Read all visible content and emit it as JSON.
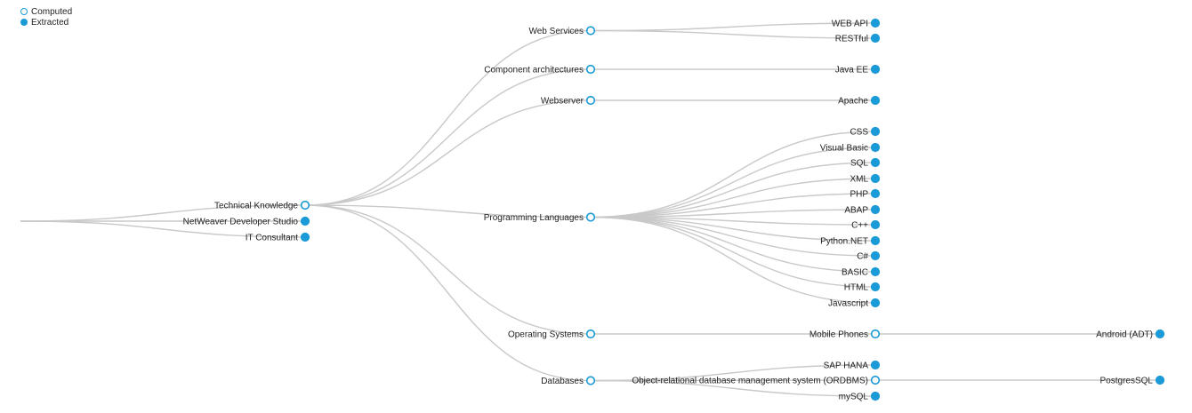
{
  "legend": {
    "computed": {
      "label": "Computed",
      "color": "#1a9ad6"
    },
    "extracted": {
      "label": "Extracted",
      "color": "#1a9ad6"
    }
  },
  "colors": {
    "node": "#1a9ad6",
    "link": "#c9c9c9",
    "text": "#222222"
  },
  "tree": {
    "label": "",
    "type": "root",
    "children": [
      {
        "label": "Technical Knowledge",
        "type": "computed",
        "children": [
          {
            "label": "Web Services",
            "type": "computed",
            "children": [
              {
                "label": "WEB API",
                "type": "extracted"
              },
              {
                "label": "RESTful",
                "type": "extracted"
              }
            ]
          },
          {
            "label": "Component architectures",
            "type": "computed",
            "children": [
              {
                "label": "Java EE",
                "type": "extracted"
              }
            ]
          },
          {
            "label": "Webserver",
            "type": "computed",
            "children": [
              {
                "label": "Apache",
                "type": "extracted"
              }
            ]
          },
          {
            "label": "Programming Languages",
            "type": "computed",
            "children": [
              {
                "label": "CSS",
                "type": "extracted"
              },
              {
                "label": "Visual Basic",
                "type": "extracted"
              },
              {
                "label": "SQL",
                "type": "extracted"
              },
              {
                "label": "XML",
                "type": "extracted"
              },
              {
                "label": "PHP",
                "type": "extracted"
              },
              {
                "label": "ABAP",
                "type": "extracted"
              },
              {
                "label": "C++",
                "type": "extracted"
              },
              {
                "label": "Python.NET",
                "type": "extracted"
              },
              {
                "label": "C#",
                "type": "extracted"
              },
              {
                "label": "BASIC",
                "type": "extracted"
              },
              {
                "label": "HTML",
                "type": "extracted"
              },
              {
                "label": "Javascript",
                "type": "extracted"
              }
            ]
          },
          {
            "label": "Operating Systems",
            "type": "computed",
            "children": [
              {
                "label": "Mobile Phones",
                "type": "computed",
                "children": [
                  {
                    "label": "Android (ADT)",
                    "type": "extracted"
                  }
                ]
              }
            ]
          },
          {
            "label": "Databases",
            "type": "computed",
            "children": [
              {
                "label": "SAP HANA",
                "type": "extracted"
              },
              {
                "label": "Object-relational database management system (ORDBMS)",
                "type": "computed",
                "children": [
                  {
                    "label": "PostgresSQL",
                    "type": "extracted"
                  }
                ]
              },
              {
                "label": "mySQL",
                "type": "extracted"
              }
            ]
          }
        ]
      },
      {
        "label": "NetWeaver Developer Studio",
        "type": "extracted"
      },
      {
        "label": "IT Consultant",
        "type": "extracted"
      }
    ]
  }
}
